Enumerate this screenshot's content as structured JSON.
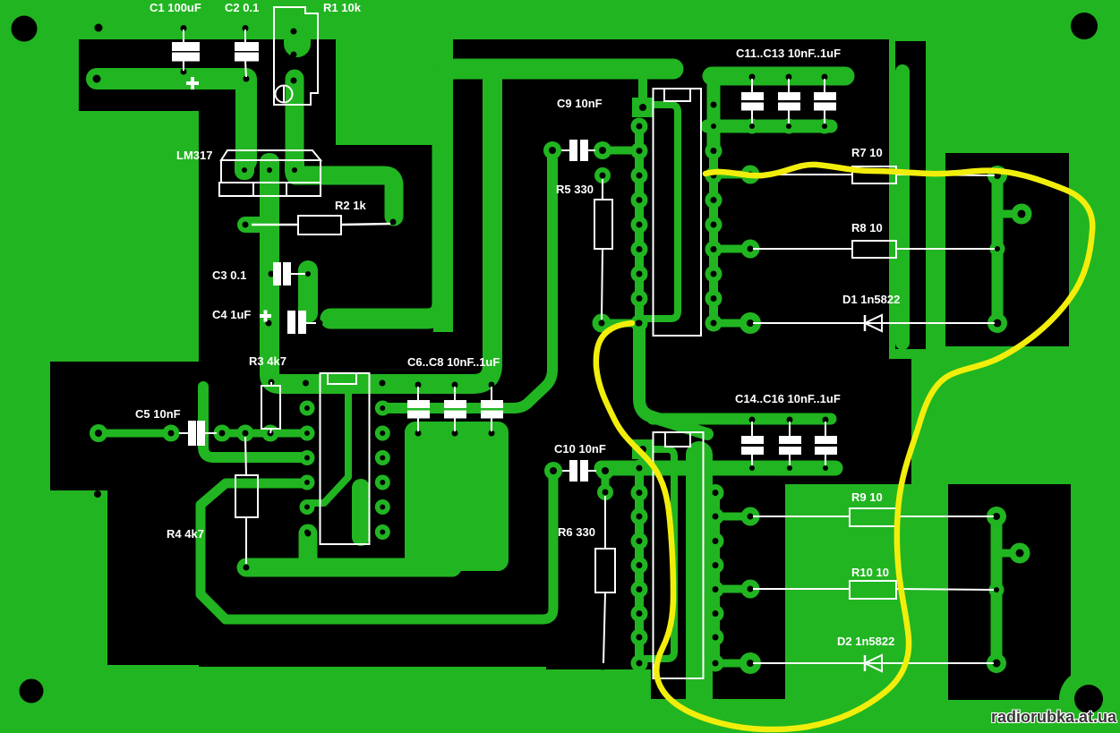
{
  "board": {
    "type": "printed-circuit-board-layout",
    "regulator": "LM317",
    "colors": {
      "substrate_green": "#21b521",
      "copper_free_black": "#000000",
      "silkscreen_white": "#ffffff",
      "annotation_yellow": "#f2ee0c",
      "watermark_gray": "#3c3c3c"
    }
  },
  "labels": {
    "c1": "C1 100uF",
    "c2": "C2 0.1",
    "r1": "R1 10k",
    "lm317": "LM317",
    "r2": "R2 1k",
    "c3": "C3 0.1",
    "c4": "C4 1uF",
    "r3": "R3 4k7",
    "c5": "C5 10nF",
    "r4": "R4 4k7",
    "c6c8": "C6..C8 10nF..1uF",
    "c9": "C9 10nF",
    "r5": "R5 330",
    "c11c13": "C11..C13 10nF..1uF",
    "r7": "R7 10",
    "r8": "R8 10",
    "d1": "D1 1n5822",
    "c10": "C10 10nF",
    "r6": "R6 330",
    "c14c16": "C14..C16 10nF..1uF",
    "r9": "R9 10",
    "r10": "R10 10",
    "d2": "D2 1n5822"
  },
  "watermark": {
    "text": "radiorubka.at.ua"
  },
  "annotation": {
    "shape": "freehand-yellow-loop",
    "encloses": "output section with connectors"
  }
}
